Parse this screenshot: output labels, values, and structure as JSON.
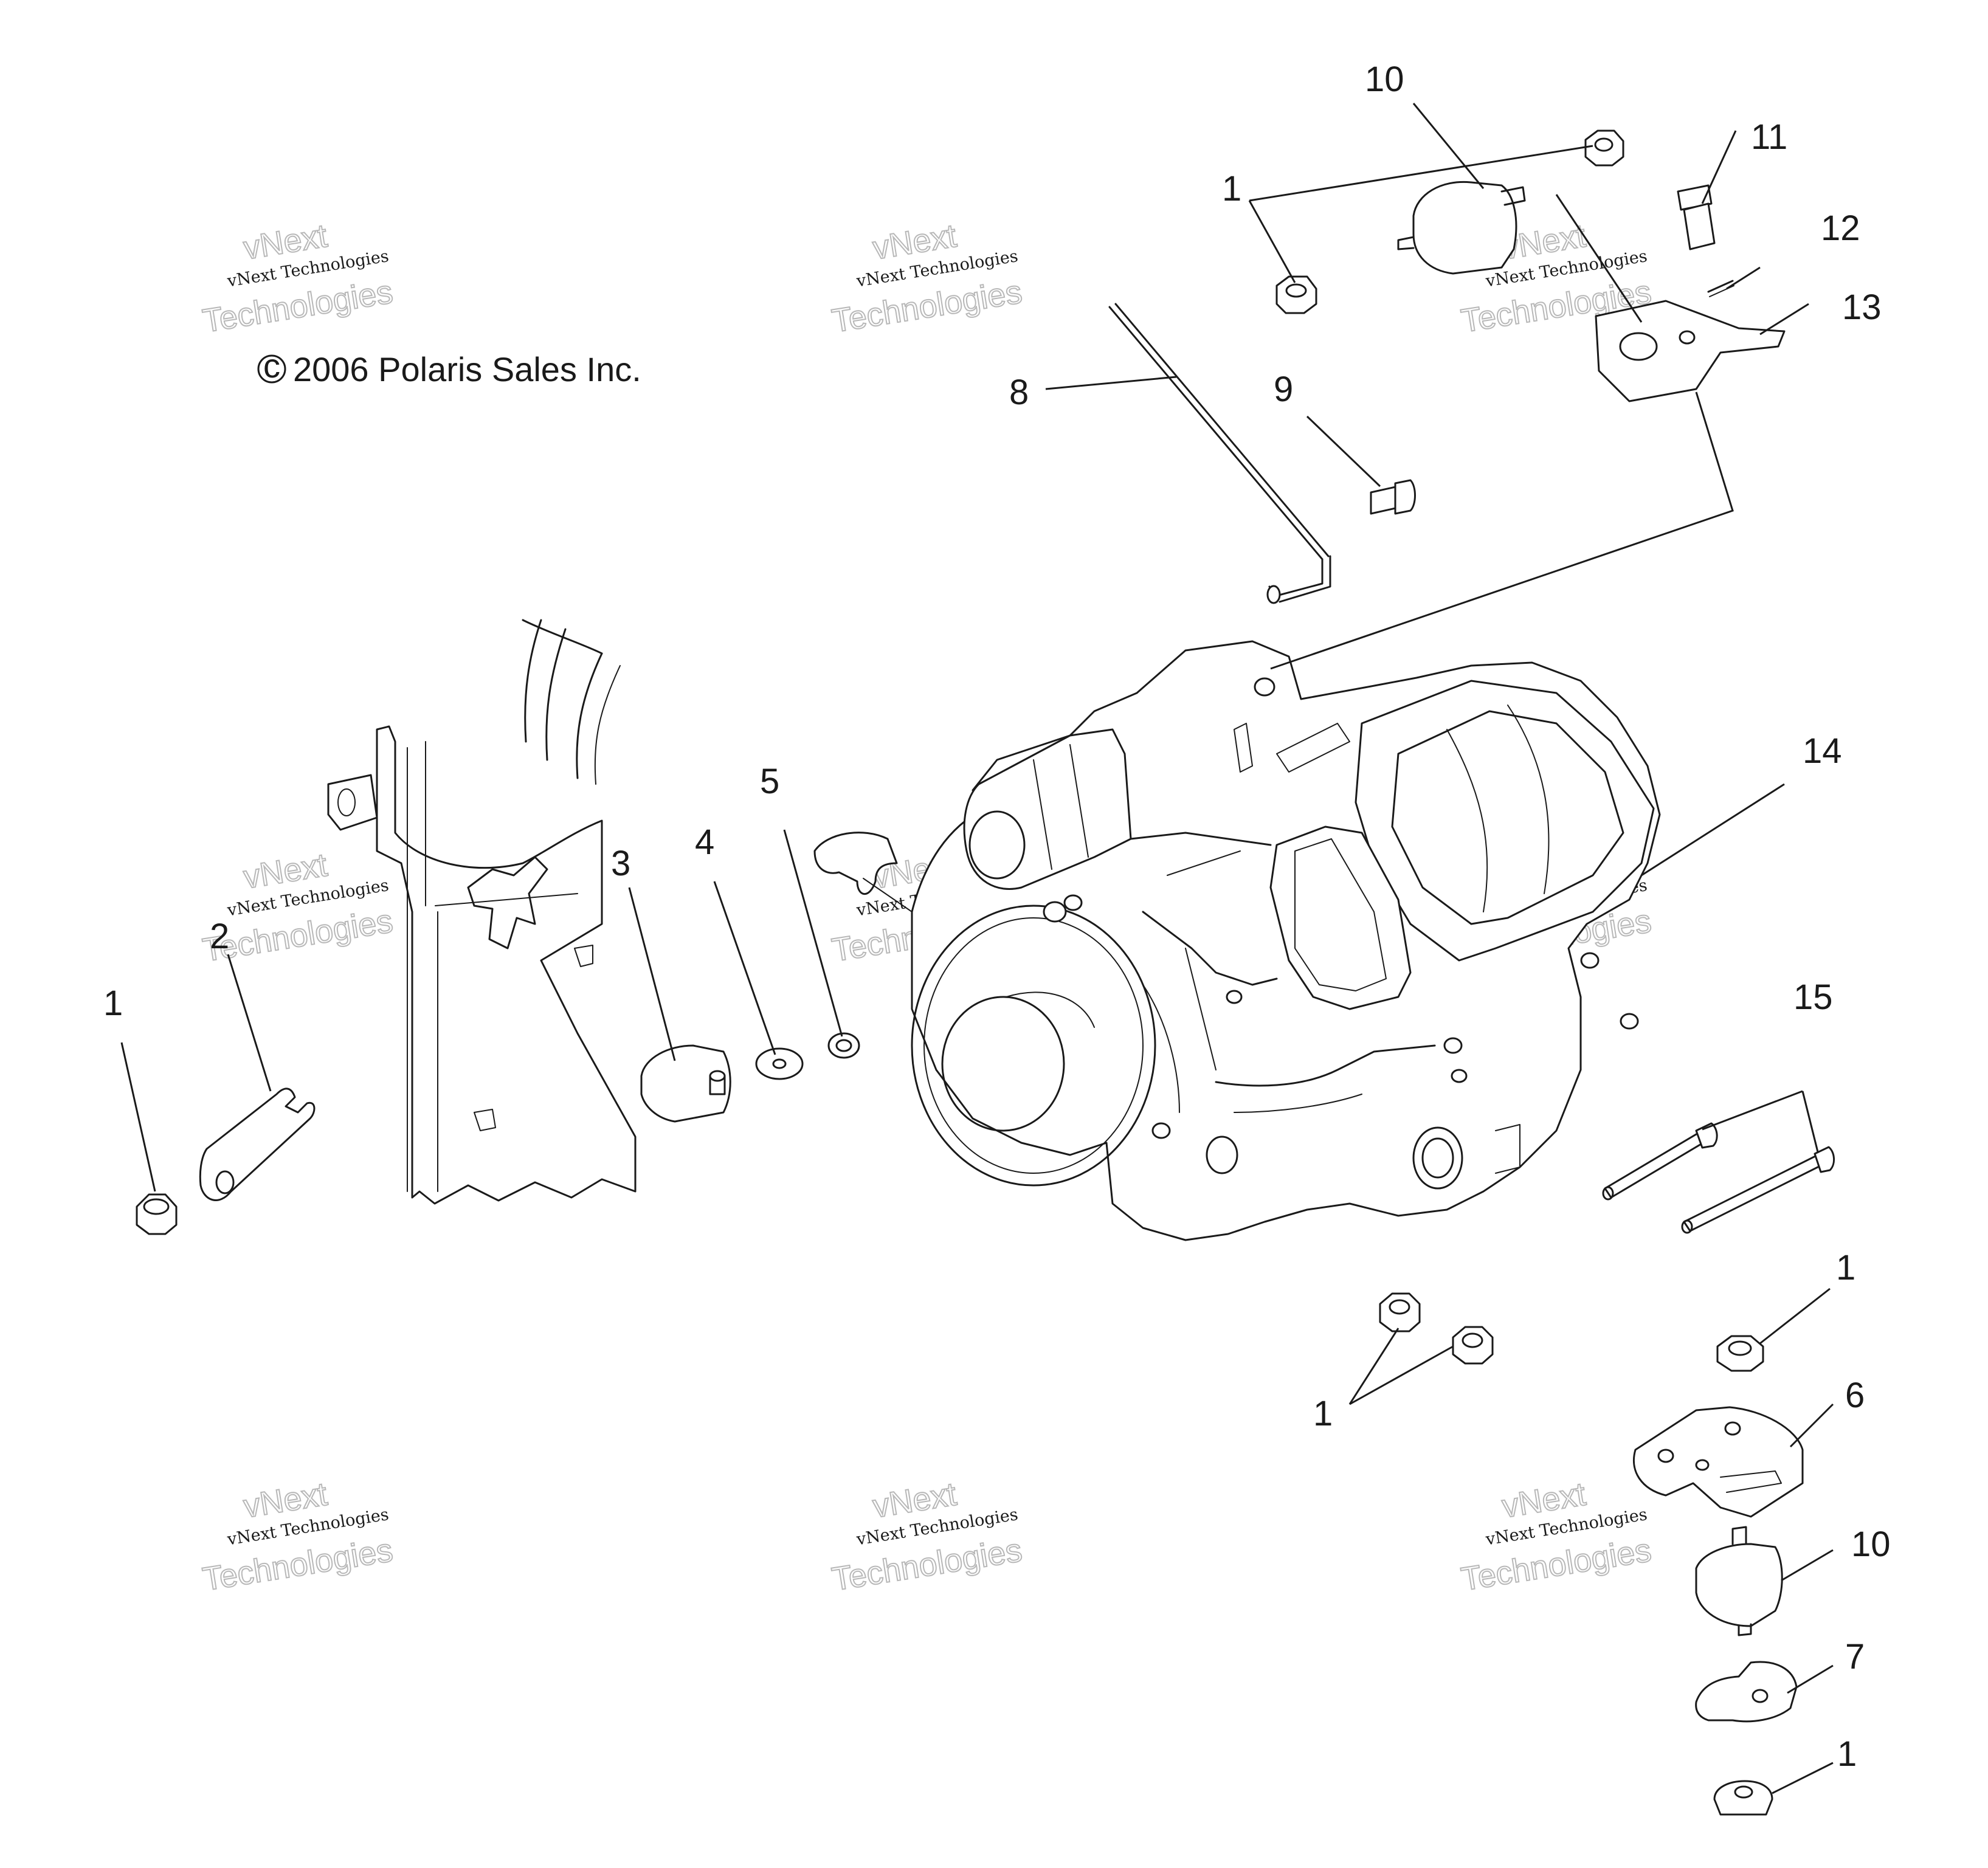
{
  "copyright": {
    "symbol": "c",
    "text": "2006 Polaris Sales Inc."
  },
  "watermark": {
    "line1": "vNext Technologies",
    "line2": "vNext",
    "line3": "Technologies"
  },
  "callouts": [
    "1",
    "2",
    "3",
    "4",
    "5",
    "6",
    "7",
    "8",
    "9",
    "10",
    "11",
    "12",
    "13",
    "14",
    "15"
  ],
  "callout_instances": [
    {
      "id": "c1a",
      "label": "1"
    },
    {
      "id": "c1b",
      "label": "1"
    },
    {
      "id": "c1c",
      "label": "1"
    },
    {
      "id": "c1d",
      "label": "1"
    },
    {
      "id": "c1e",
      "label": "1"
    },
    {
      "id": "c2",
      "label": "2"
    },
    {
      "id": "c3",
      "label": "3"
    },
    {
      "id": "c4",
      "label": "4"
    },
    {
      "id": "c5",
      "label": "5"
    },
    {
      "id": "c6",
      "label": "6"
    },
    {
      "id": "c7",
      "label": "7"
    },
    {
      "id": "c8",
      "label": "8"
    },
    {
      "id": "c9",
      "label": "9"
    },
    {
      "id": "c10a",
      "label": "10"
    },
    {
      "id": "c10b",
      "label": "10"
    },
    {
      "id": "c11",
      "label": "11"
    },
    {
      "id": "c12",
      "label": "12"
    },
    {
      "id": "c13",
      "label": "13"
    },
    {
      "id": "c14",
      "label": "14"
    },
    {
      "id": "c15",
      "label": "15"
    }
  ]
}
